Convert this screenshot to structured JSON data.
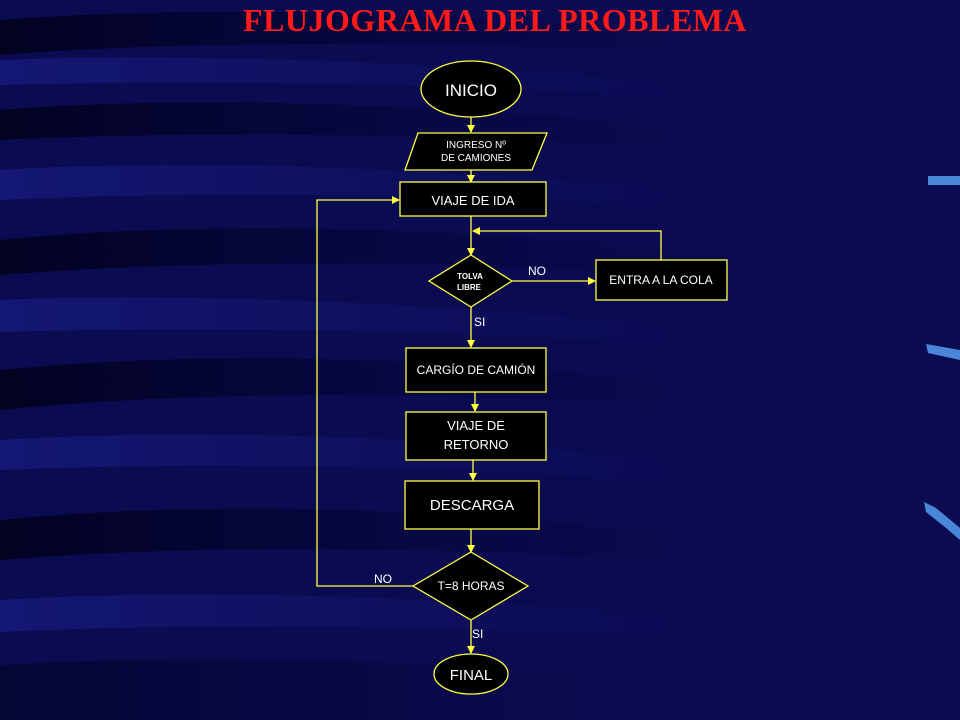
{
  "title": "FLUJOGRAMA DEL PROBLEMA",
  "colors": {
    "background": "#0b0b52",
    "title": "#ff1a1a",
    "shape_fill": "#000000",
    "outline": "#ffff40",
    "connector": "#ffff40",
    "text": "#ffffff",
    "side_accent": "#4a86d8"
  },
  "nodes": {
    "start": "INICIO",
    "input_line1": "INGRESO Nº",
    "input_line2": "DE CAMIONES",
    "trip_out": "VIAJE DE IDA",
    "decision1_line1": "TOLVA",
    "decision1_line2": "LIBRE",
    "queue": "ENTRA A LA COLA",
    "loading": "CARGÍO DE CAMIÓN",
    "return_line1": "VIAJE DE",
    "return_line2": "RETORNO",
    "unload": "DESCARGA",
    "decision2": "T=8 HORAS",
    "end": "FINAL"
  },
  "edge_labels": {
    "decision1_no": "NO",
    "decision1_yes": "SI",
    "decision2_no": "NO",
    "decision2_yes": "SI"
  }
}
